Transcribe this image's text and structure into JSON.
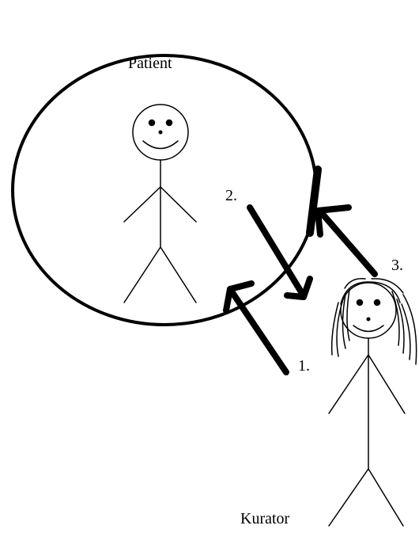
{
  "diagram": {
    "circle_label": "Patient",
    "curator_label": "Kurator",
    "steps": [
      {
        "label": "1."
      },
      {
        "label": "2."
      },
      {
        "label": "3."
      }
    ],
    "colors": {
      "ink": "#000000",
      "background": "#ffffff"
    }
  }
}
